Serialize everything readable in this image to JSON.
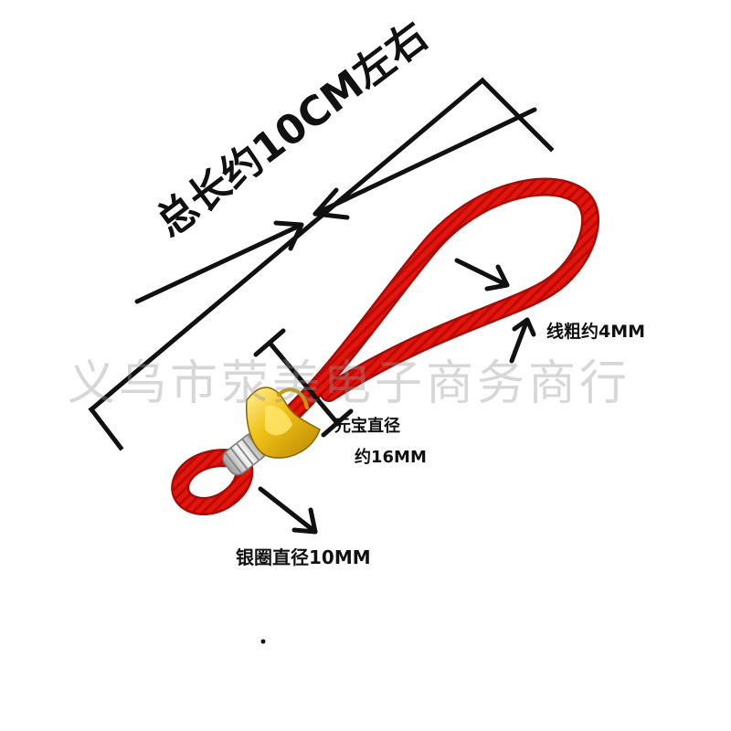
{
  "watermark": "义乌市荥美电子商务商行",
  "labels": {
    "total_length": "总长约10CM左右",
    "cord_thickness": "线粗约4MM",
    "ingot_diameter_line1": "元宝直径",
    "ingot_diameter_line2": "约16MM",
    "ring_diameter": "银圈直径10MM"
  },
  "colors": {
    "cord": "#e8140c",
    "cord_dark": "#a80a06",
    "ingot_gold": "#f2c318",
    "ring_silver": "#d9d9d9",
    "annotation_ink": "#111111"
  }
}
